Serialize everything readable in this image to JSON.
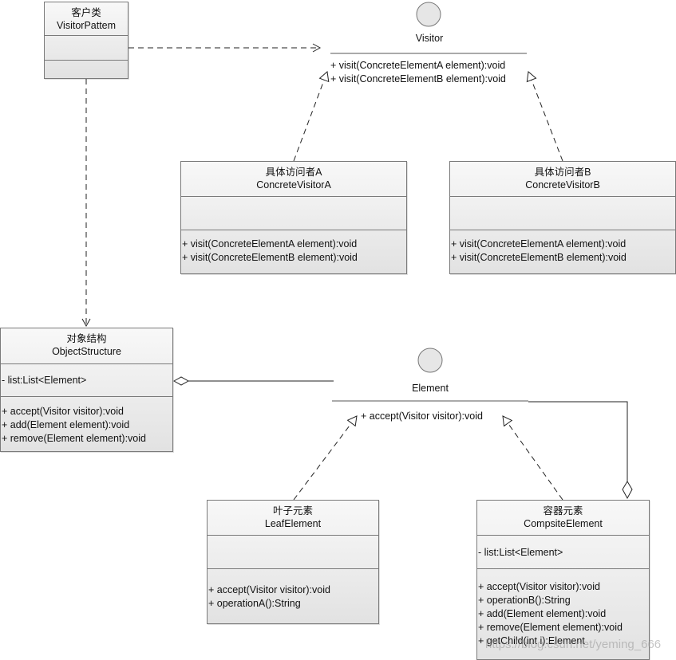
{
  "classes": {
    "client": {
      "cn": "客户类",
      "en": "VisitorPattem",
      "attrs": [],
      "ops": []
    },
    "visitor_a": {
      "cn": "具体访问者A",
      "en": "ConcreteVisitorA",
      "attrs": [],
      "ops": [
        "+ visit(ConcreteElementA element):void",
        "+ visit(ConcreteElementB element):void"
      ]
    },
    "visitor_b": {
      "cn": "具体访问者B",
      "en": "ConcreteVisitorB",
      "attrs": [],
      "ops": [
        "+ visit(ConcreteElementA element):void",
        "+ visit(ConcreteElementB element):void"
      ]
    },
    "object_structure": {
      "cn": "对象结构",
      "en": "ObjectStructure",
      "attrs": [
        "- list:List<Element>"
      ],
      "ops": [
        "+ accept(Visitor visitor):void",
        "+ add(Element element):void",
        "+ remove(Element element):void"
      ]
    },
    "leaf": {
      "cn": "叶子元素",
      "en": "LeafElement",
      "attrs": [],
      "ops": [
        "+ accept(Visitor visitor):void",
        "+ operationA():String"
      ]
    },
    "composite": {
      "cn": "容器元素",
      "en": "CompsiteElement",
      "attrs": [
        "- list:List<Element>"
      ],
      "ops": [
        "+ accept(Visitor visitor):void",
        "+ operationB():String",
        "+ add(Element element):void",
        "+ remove(Element element):void",
        "+ getChild(int i):Element"
      ]
    }
  },
  "interfaces": {
    "visitor": {
      "name": "Visitor",
      "ops": [
        "+ visit(ConcreteElementA element):void",
        "+ visit(ConcreteElementB element):void"
      ]
    },
    "element": {
      "name": "Element",
      "ops": [
        "+ accept(Visitor visitor):void"
      ]
    }
  },
  "watermark": "https://blog.csdn.net/yeming_666",
  "colors": {
    "border": "#7a7a7a",
    "line": "#222222",
    "box_fill_top": "#f8f8f8",
    "box_fill_bottom": "#e2e2e2"
  }
}
